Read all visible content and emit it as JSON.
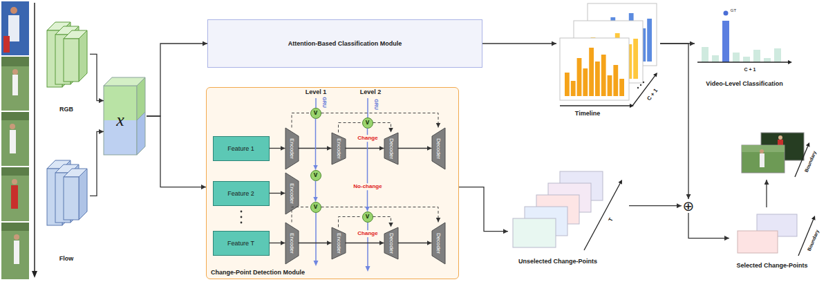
{
  "diagram": {
    "nodes": [
      {
        "text": [
          "RGB"
        ]
      },
      {
        "text": [
          "Flow"
        ]
      },
      {
        "text": [
          "x"
        ]
      },
      {
        "text": [
          "Attention-Based Classification Module"
        ]
      },
      {
        "text": [
          "Change-Point Detection Module"
        ]
      },
      {
        "text": [
          "Feature 1"
        ],
        "in": 4
      },
      {
        "text": [
          "Encoder"
        ],
        "in": 4
      },
      {
        "text": [
          "Encoder"
        ],
        "in": 4
      },
      {
        "text": [
          "Decoder"
        ],
        "in": 4
      },
      {
        "text": [
          "Decoder"
        ],
        "in": 4
      },
      {
        "text": [
          "Feature 2"
        ],
        "in": 4
      },
      {
        "text": [
          "Encoder"
        ],
        "in": 4
      },
      {
        "text": [
          "Feature T"
        ],
        "in": 4
      },
      {
        "text": [
          "Encoder"
        ],
        "in": 4
      },
      {
        "text": [
          "Encoder"
        ],
        "in": 4
      },
      {
        "text": [
          "Decoder"
        ],
        "in": 4
      },
      {
        "text": [
          "Decoder"
        ],
        "in": 4
      },
      {
        "text": [
          "v"
        ],
        "in": 4
      },
      {
        "text": [
          "v"
        ],
        "in": 4
      },
      {
        "text": [
          "v"
        ],
        "in": 4
      },
      {
        "text": [
          "v"
        ],
        "in": 4
      },
      {
        "text": [
          "v"
        ],
        "in": 4
      },
      {
        "text": [
          "Timeline",
          "C + 1"
        ]
      },
      {
        "text": [
          "GT",
          "C + 1",
          "Video-Level Classification"
        ]
      },
      {
        "text": [
          "T",
          "Unselected Change-Points"
        ]
      },
      {
        "text": [
          "⊕"
        ]
      },
      {
        "text": [
          "Boundary"
        ]
      },
      {
        "text": [
          "Boundary",
          "Selected Change-Points"
        ]
      }
    ],
    "edges": [
      {
        "from": 0,
        "to": 2,
        "arrow": "to"
      },
      {
        "from": 1,
        "to": 2,
        "arrow": "to"
      },
      {
        "from": 2,
        "to": 3,
        "arrow": "to"
      },
      {
        "from": 2,
        "to": 4,
        "arrow": "to"
      },
      {
        "from": 3,
        "to": 22,
        "arrow": "to"
      },
      {
        "from": 22,
        "to": 23,
        "arrow": "to"
      },
      {
        "from": 22,
        "to": 25,
        "arrow": "to"
      },
      {
        "from": 4,
        "to": 24,
        "arrow": "to"
      },
      {
        "from": 24,
        "to": 25,
        "arrow": "to"
      },
      {
        "from": 25,
        "to": 27,
        "arrow": "to"
      },
      {
        "from": 27,
        "to": 26,
        "arrow": "to"
      },
      {
        "from": 5,
        "to": 6,
        "arrow": "to"
      },
      {
        "from": 6,
        "to": 7,
        "arrow": "to"
      },
      {
        "from": 7,
        "to": 8,
        "arrow": "to"
      },
      {
        "from": 8,
        "to": 9,
        "arrow": "to"
      },
      {
        "from": 10,
        "to": 11,
        "arrow": "to"
      },
      {
        "from": 12,
        "to": 13,
        "arrow": "to"
      },
      {
        "from": 13,
        "to": 14,
        "arrow": "to"
      },
      {
        "from": 14,
        "to": 15,
        "arrow": "to"
      },
      {
        "from": 15,
        "to": 16,
        "arrow": "to"
      },
      {
        "from": 6,
        "to": 17,
        "arrow": "none"
      },
      {
        "from": 17,
        "to": 9,
        "arrow": "to"
      },
      {
        "from": 7,
        "to": 18,
        "arrow": "none"
      },
      {
        "from": 18,
        "to": 8,
        "arrow": "to"
      },
      {
        "from": 13,
        "to": 20,
        "arrow": "none"
      },
      {
        "from": 20,
        "to": 16,
        "arrow": "to"
      },
      {
        "from": 14,
        "to": 21,
        "arrow": "none"
      },
      {
        "from": 21,
        "to": 15,
        "arrow": "to"
      },
      {
        "from": 17,
        "to": 19,
        "arrow": "to"
      },
      {
        "from": 19,
        "to": 20,
        "arrow": "to"
      },
      {
        "from": 18,
        "to": 21,
        "arrow": "to"
      }
    ],
    "labels": [
      "Level 1",
      "Level 2",
      "GRU",
      "GRU",
      "Change",
      "No-change",
      "Change"
    ]
  }
}
